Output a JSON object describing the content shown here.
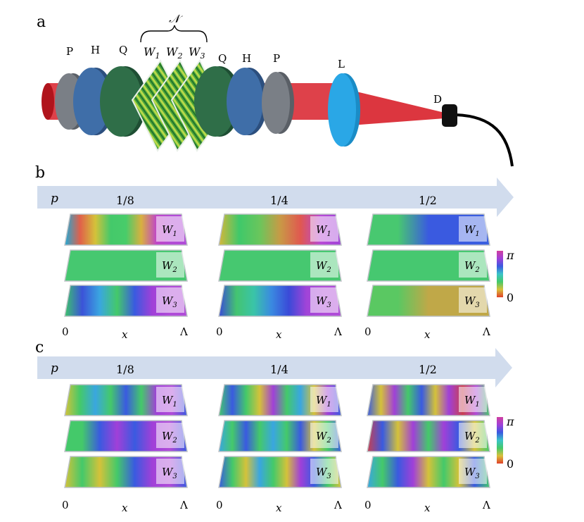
{
  "panel_labels": {
    "a": "a",
    "b": "b",
    "c": "c"
  },
  "setup": {
    "elements_left": [
      "P",
      "H",
      "Q"
    ],
    "bracket_label": "𝒩",
    "waveplates": [
      "W",
      "W",
      "W"
    ],
    "waveplate_subs": [
      "1",
      "2",
      "3"
    ],
    "elements_right": [
      "Q",
      "H",
      "P"
    ],
    "lens": "L",
    "detector": "D",
    "colors": {
      "beam": "#d8202a",
      "polarizer": "#7a7f86",
      "hwp": "#3f6ea8",
      "qwp": "#2f6e48",
      "lens": "#2aa7e6",
      "detector": "#111111"
    }
  },
  "panel_b": {
    "arrow_label": "p",
    "columns": [
      {
        "title": "1/8",
        "plates": [
          {
            "stops": [
              "#1fa9d6",
              "#e0604a",
              "#d4c23a",
              "#44c96a",
              "#48cc6a",
              "#d8b040",
              "#c046c8",
              "#b24cd6",
              "#b04cd8"
            ]
          },
          {
            "stops": [
              "#46c870",
              "#46c870"
            ]
          },
          {
            "stops": [
              "#3cc46a",
              "#3b53d8",
              "#3aa6e0",
              "#44c96a",
              "#3a5ae0",
              "#a040d8",
              "#b04cd8",
              "#b04cd8"
            ]
          }
        ]
      },
      {
        "title": "1/4",
        "plates": [
          {
            "stops": [
              "#d6b63a",
              "#3fc86a",
              "#6ac65c",
              "#c89a46",
              "#e05850",
              "#b84ad6",
              "#a044d8"
            ]
          },
          {
            "stops": [
              "#46c870",
              "#46c870"
            ]
          },
          {
            "stops": [
              "#3a4ad8",
              "#44c470",
              "#3ac4a8",
              "#3a8ae0",
              "#3a4ad8",
              "#a044d8",
              "#b04cd8",
              "#b04cd8"
            ]
          }
        ]
      },
      {
        "title": "1/2",
        "plates": [
          {
            "stops": [
              "#48c870",
              "#48c870",
              "#3a5ae0",
              "#3a5ae0",
              "#3a60e0"
            ]
          },
          {
            "stops": [
              "#46c870",
              "#46c870"
            ]
          },
          {
            "stops": [
              "#5ac862",
              "#5ac862",
              "#c0a848",
              "#c0a848",
              "#c0a848"
            ]
          }
        ]
      }
    ],
    "x_labels": [
      "0",
      "x",
      "Λ"
    ],
    "colorbar": {
      "top": "π",
      "bottom": "0"
    }
  },
  "panel_c": {
    "arrow_label": "p",
    "columns": [
      {
        "title": "1/8",
        "plates": [
          {
            "stops": [
              "#d4c23a",
              "#44c96a",
              "#3aa6e0",
              "#44c96a",
              "#3a5ae0",
              "#44c96a",
              "#a040d8",
              "#b04cd8",
              "#3a5ae0"
            ]
          },
          {
            "stops": [
              "#44c96a",
              "#44c96a",
              "#3a5ae0",
              "#a040d8",
              "#3a5ae0",
              "#a040d8",
              "#b04cd8",
              "#3a5ae0"
            ]
          },
          {
            "stops": [
              "#d4c23a",
              "#44c96a",
              "#d4c23a",
              "#44c96a",
              "#3a5ae0",
              "#a040d8",
              "#b04cd8",
              "#3a5ae0"
            ]
          }
        ]
      },
      {
        "title": "1/4",
        "plates": [
          {
            "stops": [
              "#44c96a",
              "#3a5ae0",
              "#44c96a",
              "#d4c23a",
              "#a040d8",
              "#44c96a",
              "#3aa6e0",
              "#d4c23a",
              "#a040d8",
              "#3a5ae0"
            ]
          },
          {
            "stops": [
              "#3aa6e0",
              "#44c96a",
              "#3a5ae0",
              "#44c96a",
              "#3aa6e0",
              "#44c96a",
              "#3a5ae0",
              "#d4c23a",
              "#44c96a",
              "#3a5ae0"
            ]
          },
          {
            "stops": [
              "#3a5ae0",
              "#44c96a",
              "#d4c23a",
              "#3aa6e0",
              "#44c96a",
              "#d4c23a",
              "#a040d8",
              "#3a5ae0",
              "#44c96a",
              "#d4c23a"
            ]
          }
        ]
      },
      {
        "title": "1/2",
        "plates": [
          {
            "stops": [
              "#3a5ae0",
              "#d4c23a",
              "#a040d8",
              "#44c96a",
              "#3a5ae0",
              "#d4c23a",
              "#a040d8",
              "#c84050",
              "#b04cd8",
              "#44c96a"
            ]
          },
          {
            "stops": [
              "#c84050",
              "#3a5ae0",
              "#d4c23a",
              "#a040d8",
              "#44c96a",
              "#a040d8",
              "#3a5ae0",
              "#d4c23a",
              "#44c96a"
            ]
          },
          {
            "stops": [
              "#3aa6e0",
              "#44c96a",
              "#3a5ae0",
              "#a040d8",
              "#d4c23a",
              "#44c96a",
              "#d4c23a",
              "#3a5ae0",
              "#44c96a"
            ]
          }
        ]
      }
    ],
    "x_labels": [
      "0",
      "x",
      "Λ"
    ],
    "colorbar": {
      "top": "π",
      "bottom": "0"
    }
  },
  "colormap": [
    "#e0402a",
    "#d8c03a",
    "#44c96a",
    "#3ac4c8",
    "#3a5ae0",
    "#a040d8",
    "#d040a0"
  ]
}
